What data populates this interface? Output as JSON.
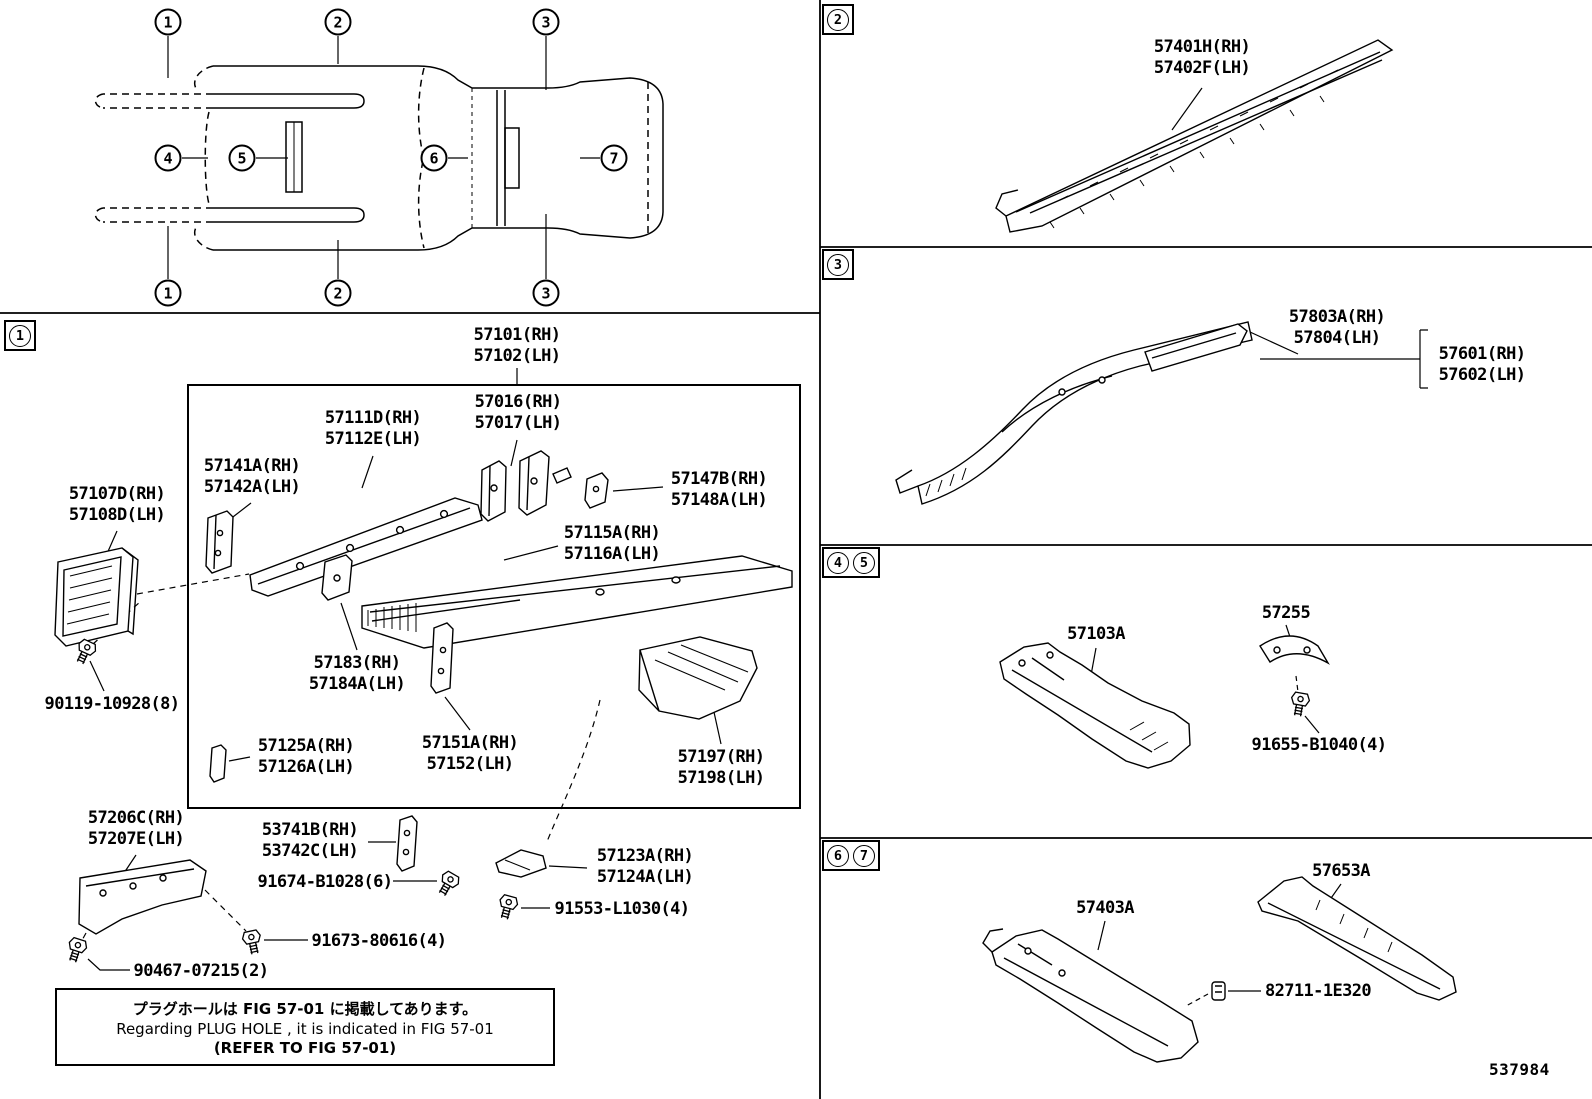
{
  "figure_number": "537984",
  "sections": {
    "s1": "1",
    "s2": "2",
    "s3": "3",
    "s4": "4",
    "s5": "5",
    "s6": "6",
    "s7": "7"
  },
  "overview": {
    "callouts": [
      "1",
      "2",
      "3",
      "4",
      "5",
      "6",
      "7",
      "1",
      "2",
      "3"
    ]
  },
  "labels": [
    {
      "id": "57101",
      "text": "57101(RH)\n57102(LH)"
    },
    {
      "id": "57016",
      "text": "57016(RH)\n57017(LH)"
    },
    {
      "id": "57111D",
      "text": "57111D(RH)\n57112E(LH)"
    },
    {
      "id": "57141A",
      "text": "57141A(RH)\n57142A(LH)"
    },
    {
      "id": "57147B",
      "text": "57147B(RH)\n57148A(LH)"
    },
    {
      "id": "57107D",
      "text": "57107D(RH)\n57108D(LH)"
    },
    {
      "id": "57115A",
      "text": "57115A(RH)\n57116A(LH)"
    },
    {
      "id": "57183",
      "text": "57183(RH)\n57184A(LH)"
    },
    {
      "id": "90119",
      "text": "90119-10928(8)"
    },
    {
      "id": "57125A",
      "text": "57125A(RH)\n57126A(LH)"
    },
    {
      "id": "57151A",
      "text": "57151A(RH)\n57152(LH)"
    },
    {
      "id": "57197",
      "text": "57197(RH)\n57198(LH)"
    },
    {
      "id": "57206C",
      "text": "57206C(RH)\n57207E(LH)"
    },
    {
      "id": "53741B",
      "text": "53741B(RH)\n53742C(LH)"
    },
    {
      "id": "91674",
      "text": "91674-B1028(6)"
    },
    {
      "id": "57123A",
      "text": "57123A(RH)\n57124A(LH)"
    },
    {
      "id": "91553",
      "text": "91553-L1030(4)"
    },
    {
      "id": "91673",
      "text": "91673-80616(4)"
    },
    {
      "id": "90467",
      "text": "90467-07215(2)"
    },
    {
      "id": "57401H",
      "text": "57401H(RH)\n57402F(LH)"
    },
    {
      "id": "57803A",
      "text": "57803A(RH)\n57804(LH)"
    },
    {
      "id": "57601",
      "text": "57601(RH)\n57602(LH)"
    },
    {
      "id": "57103A",
      "text": "57103A"
    },
    {
      "id": "57255",
      "text": "57255"
    },
    {
      "id": "91655",
      "text": "91655-B1040(4)"
    },
    {
      "id": "57653A",
      "text": "57653A"
    },
    {
      "id": "57403A",
      "text": "57403A"
    },
    {
      "id": "82711",
      "text": "82711-1E320"
    }
  ],
  "note": {
    "jp": "プラグホールは FIG 57-01 に掲載してあります。",
    "en": "Regarding PLUG HOLE , it is indicated in FIG 57-01",
    "ref": "(REFER TO FIG 57-01)"
  }
}
